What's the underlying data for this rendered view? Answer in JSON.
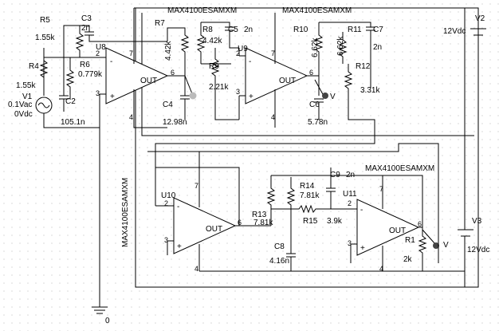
{
  "parts": {
    "opamp_model": "MAX4100ESAMXM",
    "u8": "U8",
    "u9": "U9",
    "u10": "U10",
    "u11": "U11",
    "out": "OUT",
    "r5": "R5",
    "r5v": "1.55k",
    "r4": "R4",
    "r4v": "1.55k",
    "r6": "R6",
    "r6v": "0.779k",
    "c3": "C3",
    "c3v": "2n",
    "c2": "C2",
    "c2v": "105.1n",
    "r7": "R7",
    "r7v": "4.42k",
    "r8": "R8",
    "r8v": "4.42k",
    "c5": "C5",
    "c5v": "2n",
    "r9": "R9",
    "r9v": "2.21k",
    "c4": "C4",
    "c4v": "12.98n",
    "r10": "R10",
    "r10v": "6.62k",
    "r11": "R11",
    "r11v": "6.62k",
    "c7": "C7",
    "c7v": "2n",
    "r12": "R12",
    "r12v": "3.31k",
    "c6": "C6",
    "c6v": "5.78n",
    "r13": "R13",
    "r13v": "7.81k",
    "r14": "R14",
    "r14v": "7.81k",
    "r15": "R15",
    "r15v": "3.9k",
    "c9": "C9",
    "c9v": "2n",
    "c8": "C8",
    "c8v": "4.16n",
    "r1": "R1",
    "r1v": "2k",
    "v1": "V1",
    "v1ac": "0.1Vac",
    "v1dc": "0Vdc",
    "v2": "V2",
    "v2v": "12Vdc",
    "v3": "V3",
    "v3v": "12Vdc",
    "gnd": "0",
    "probe": "V",
    "pins": {
      "p2": "2",
      "p3": "3",
      "p4": "4",
      "p6": "6",
      "p7": "7"
    }
  }
}
